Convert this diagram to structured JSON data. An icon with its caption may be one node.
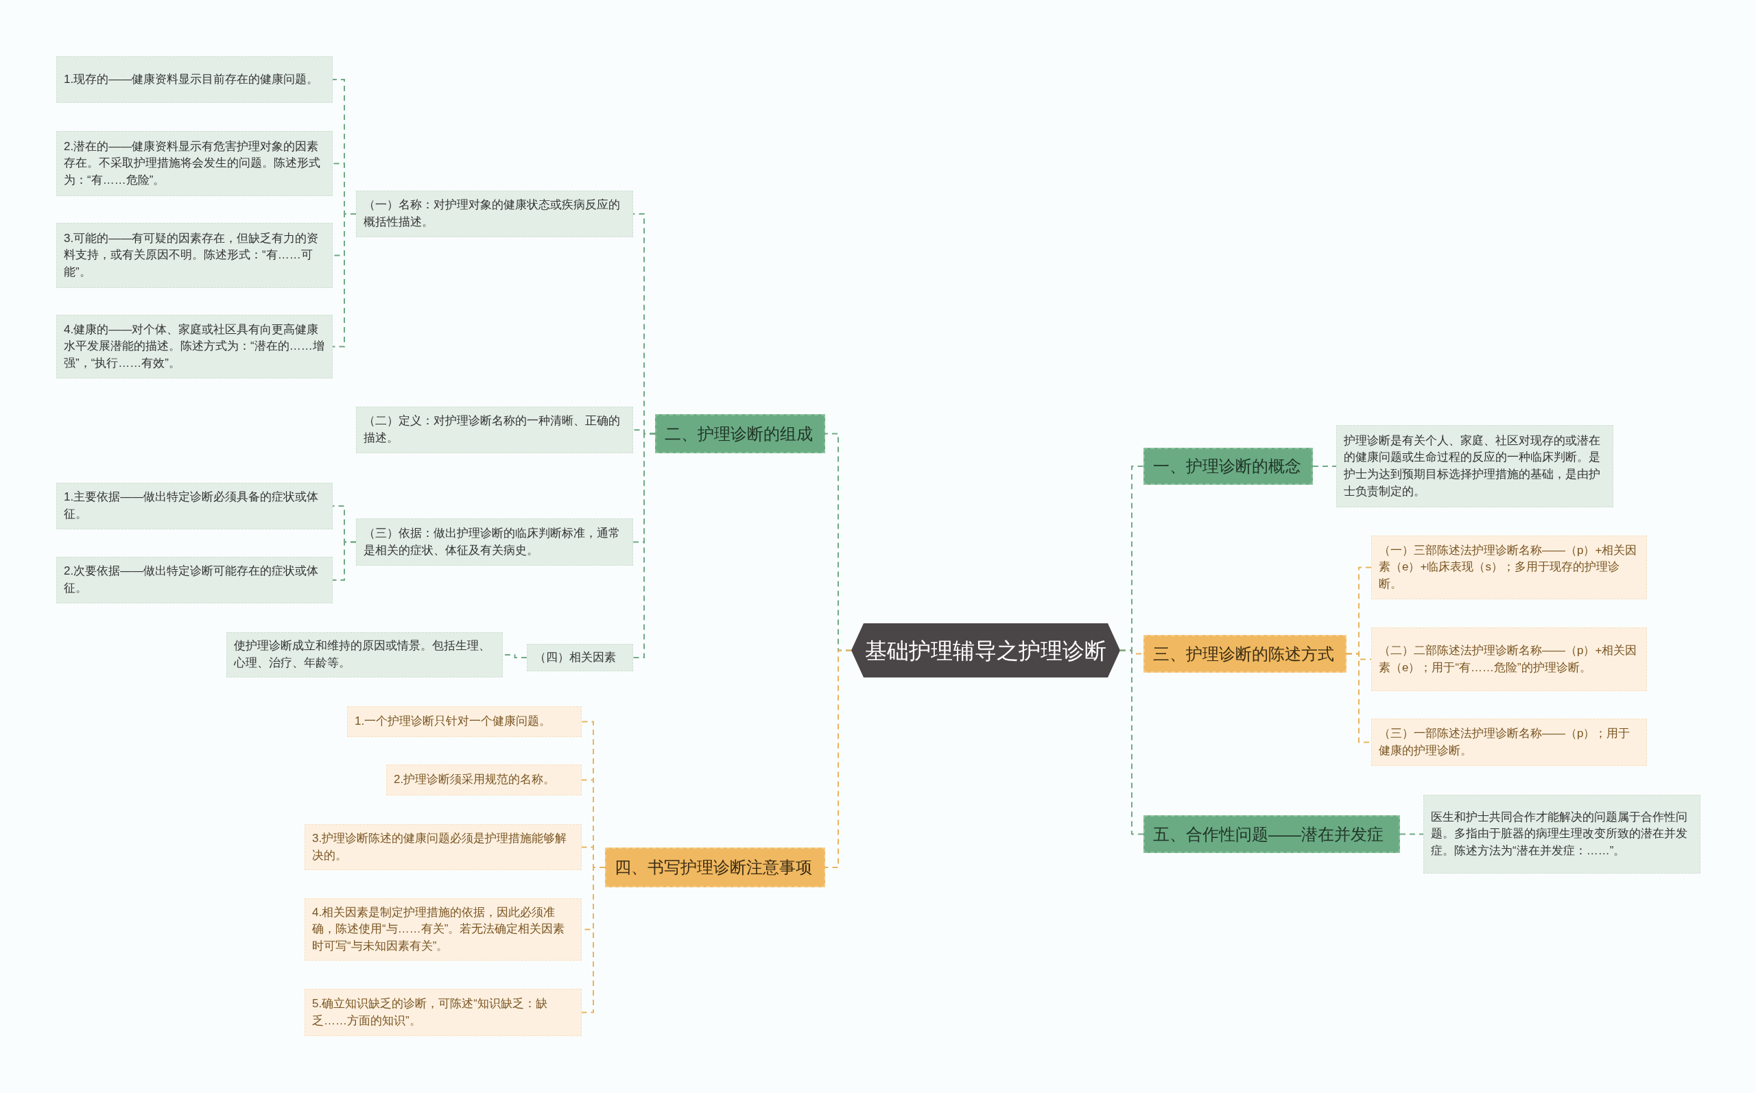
{
  "diagram": {
    "nodes": [
      {
        "text": [
          "基础护理辅导之护理诊断"
        ]
      },
      {
        "text": [
          "二、护理诊断的组成"
        ]
      },
      {
        "text": [
          "（一）名称：对护理对象的健康状态或疾病反应的概括性描述。"
        ]
      },
      {
        "text": [
          "1.现存的——健康资料显示目前存在的健康问题。"
        ]
      },
      {
        "text": [
          "2.潜在的——健康资料显示有危害护理对象的因素存在。不采取护理措施将会发生的问题。陈述形式为：“有……危险”。"
        ]
      },
      {
        "text": [
          "3.可能的——有可疑的因素存在，但缺乏有力的资料支持，或有关原因不明。陈述形式：“有……可能”。"
        ]
      },
      {
        "text": [
          "4.健康的——对个体、家庭或社区具有向更高健康水平发展潜能的描述。陈述方式为：“潜在的……增强”，“执行……有效”。"
        ]
      },
      {
        "text": [
          "（二）定义：对护理诊断名称的一种清晰、正确的描述。"
        ]
      },
      {
        "text": [
          "（三）依据：做出护理诊断的临床判断标准，通常是相关的症状、体征及有关病史。"
        ]
      },
      {
        "text": [
          "1.主要依据——做出特定诊断必须具备的症状或体征。"
        ]
      },
      {
        "text": [
          "2.次要依据——做出特定诊断可能存在的症状或体征。"
        ]
      },
      {
        "text": [
          "（四）相关因素"
        ]
      },
      {
        "text": [
          "使护理诊断成立和维持的原因或情景。包括生理、心理、治疗、年龄等。"
        ]
      },
      {
        "text": [
          "四、书写护理诊断注意事项"
        ]
      },
      {
        "text": [
          "1.一个护理诊断只针对一个健康问题。"
        ]
      },
      {
        "text": [
          "2.护理诊断须采用规范的名称。"
        ]
      },
      {
        "text": [
          "3.护理诊断陈述的健康问题必须是护理措施能够解决的。"
        ]
      },
      {
        "text": [
          "4.相关因素是制定护理措施的依据，因此必须准确，陈述使用“与……有关”。若无法确定相关因素时可写“与未知因素有关”。"
        ]
      },
      {
        "text": [
          "5.确立知识缺乏的诊断，可陈述“知识缺乏：缺乏……方面的知识”。"
        ]
      },
      {
        "text": [
          "一、护理诊断的概念"
        ]
      },
      {
        "text": [
          "护理诊断是有关个人、家庭、社区对现存的或潜在的健康问题或生命过程的反应的一种临床判断。是护士为达到预期目标选择护理措施的基础，是由护士负责制定的。"
        ]
      },
      {
        "text": [
          "三、护理诊断的陈述方式"
        ]
      },
      {
        "text": [
          "（一）三部陈述法护理诊断名称——（p）+相关因素（e）+临床表现（s）；多用于现存的护理诊断。"
        ]
      },
      {
        "text": [
          "（二）二部陈述法护理诊断名称——（p）+相关因素（e）；用于“有……危险”的护理诊断。"
        ]
      },
      {
        "text": [
          "（三）一部陈述法护理诊断名称——（p）；用于健康的护理诊断。"
        ]
      },
      {
        "text": [
          "五、合作性问题——潜在并发症"
        ]
      },
      {
        "text": [
          "医生和护士共同合作才能解决的问题属于合作性问题。多指由于脏器的病理生理改变所致的潜在并发症。陈述方法为“潜在并发症：……”。"
        ]
      }
    ],
    "edges": [
      {
        "from": 0,
        "to": 1,
        "arrow": "none"
      },
      {
        "from": 1,
        "to": 2,
        "arrow": "none"
      },
      {
        "from": 2,
        "to": 3,
        "arrow": "none"
      },
      {
        "from": 2,
        "to": 4,
        "arrow": "none"
      },
      {
        "from": 2,
        "to": 5,
        "arrow": "none"
      },
      {
        "from": 2,
        "to": 6,
        "arrow": "none"
      },
      {
        "from": 1,
        "to": 7,
        "arrow": "none"
      },
      {
        "from": 1,
        "to": 8,
        "arrow": "none"
      },
      {
        "from": 8,
        "to": 9,
        "arrow": "none"
      },
      {
        "from": 8,
        "to": 10,
        "arrow": "none"
      },
      {
        "from": 1,
        "to": 11,
        "arrow": "none"
      },
      {
        "from": 11,
        "to": 12,
        "arrow": "none"
      },
      {
        "from": 0,
        "to": 13,
        "arrow": "none",
        "color": "#e8b45e"
      },
      {
        "from": 13,
        "to": 14,
        "arrow": "none",
        "color": "#e8b45e"
      },
      {
        "from": 13,
        "to": 15,
        "arrow": "none",
        "color": "#e8b45e"
      },
      {
        "from": 13,
        "to": 16,
        "arrow": "none",
        "color": "#e8b45e"
      },
      {
        "from": 13,
        "to": 17,
        "arrow": "none",
        "color": "#e8b45e"
      },
      {
        "from": 13,
        "to": 18,
        "arrow": "none",
        "color": "#e8b45e"
      },
      {
        "from": 0,
        "to": 19,
        "arrow": "none"
      },
      {
        "from": 19,
        "to": 20,
        "arrow": "none"
      },
      {
        "from": 0,
        "to": 21,
        "arrow": "none",
        "color": "#e8b45e"
      },
      {
        "from": 21,
        "to": 22,
        "arrow": "none",
        "color": "#e8b45e"
      },
      {
        "from": 21,
        "to": 23,
        "arrow": "none",
        "color": "#e8b45e"
      },
      {
        "from": 21,
        "to": 24,
        "arrow": "none",
        "color": "#e8b45e"
      },
      {
        "from": 0,
        "to": 25,
        "arrow": "none"
      },
      {
        "from": 25,
        "to": 26,
        "arrow": "none"
      }
    ]
  }
}
